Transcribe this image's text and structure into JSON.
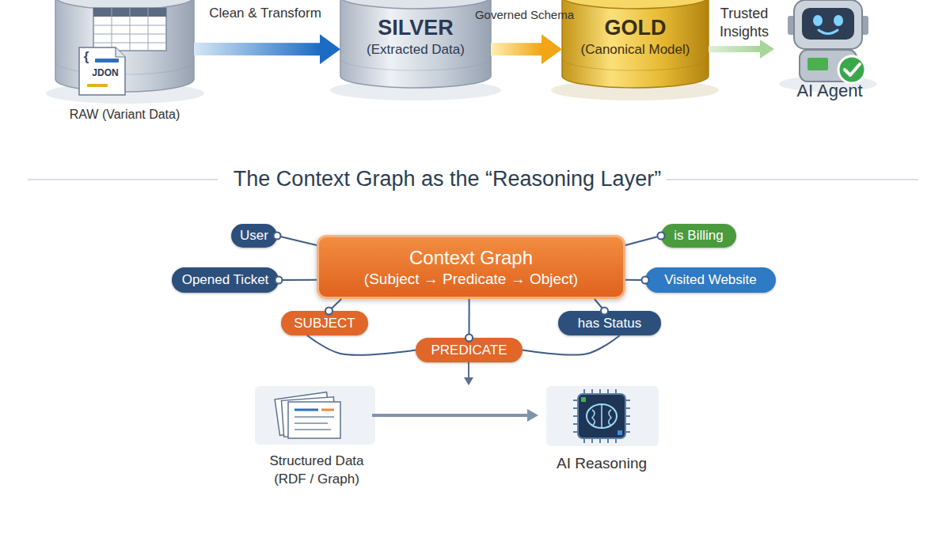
{
  "diagram": {
    "title": "The Context Graph as the “Reasoning Layer”",
    "nodes": [
      {
        "text": [
          "RAW (Variant Data)"
        ]
      },
      {
        "text": [
          "SILVER",
          "(Extracted Data)"
        ]
      },
      {
        "text": [
          "GOLD",
          "(Canonical Model)"
        ]
      },
      {
        "text": [
          "AI Agent"
        ]
      },
      {
        "text": [
          "Context Graph",
          "(Subject → Predicate → Object)"
        ]
      },
      {
        "text": [
          "User"
        ]
      },
      {
        "text": [
          "Opened Ticket"
        ]
      },
      {
        "text": [
          "SUBJECT"
        ]
      },
      {
        "text": [
          "PREDICATE"
        ]
      },
      {
        "text": [
          "has Status"
        ]
      },
      {
        "text": [
          "Visited Website"
        ]
      },
      {
        "text": [
          "is Billing"
        ]
      },
      {
        "text": [
          "Structured Data (RDF / Graph)"
        ]
      },
      {
        "text": [
          "AI Reasoning"
        ]
      }
    ],
    "edges": [
      {
        "from": 0,
        "to": 1,
        "label": "Clean & Transform",
        "arrow": "to"
      },
      {
        "from": 1,
        "to": 2,
        "label": "Governed Schema",
        "arrow": "to"
      },
      {
        "from": 2,
        "to": 3,
        "label": "Trusted Insights",
        "arrow": "to"
      },
      {
        "from": 5,
        "to": 4,
        "arrow": "none"
      },
      {
        "from": 6,
        "to": 4,
        "arrow": "none"
      },
      {
        "from": 7,
        "to": 4,
        "arrow": "none"
      },
      {
        "from": 9,
        "to": 4,
        "arrow": "none"
      },
      {
        "from": 10,
        "to": 4,
        "arrow": "none"
      },
      {
        "from": 11,
        "to": 4,
        "arrow": "none"
      },
      {
        "from": 4,
        "to": 8,
        "arrow": "none"
      },
      {
        "from": 7,
        "to": 8,
        "arrow": "none"
      },
      {
        "from": 9,
        "to": 8,
        "arrow": "none"
      },
      {
        "from": 12,
        "to": 13,
        "arrow": "to"
      }
    ],
    "labels": [
      "{",
      "JDON"
    ]
  }
}
